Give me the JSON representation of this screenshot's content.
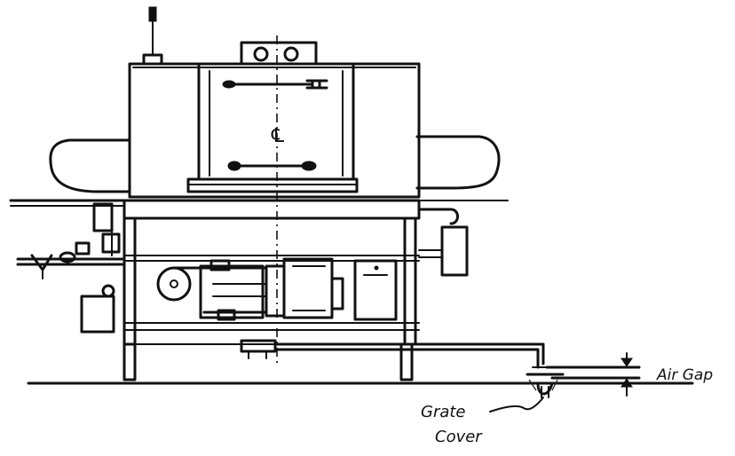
{
  "labels": {
    "air_gap": "Air Gap",
    "grate_line1": "Grate",
    "grate_line2": "Cover",
    "centerline_mark": "℄"
  },
  "colors": {
    "ink": "#111111",
    "paper": "#ffffff"
  }
}
